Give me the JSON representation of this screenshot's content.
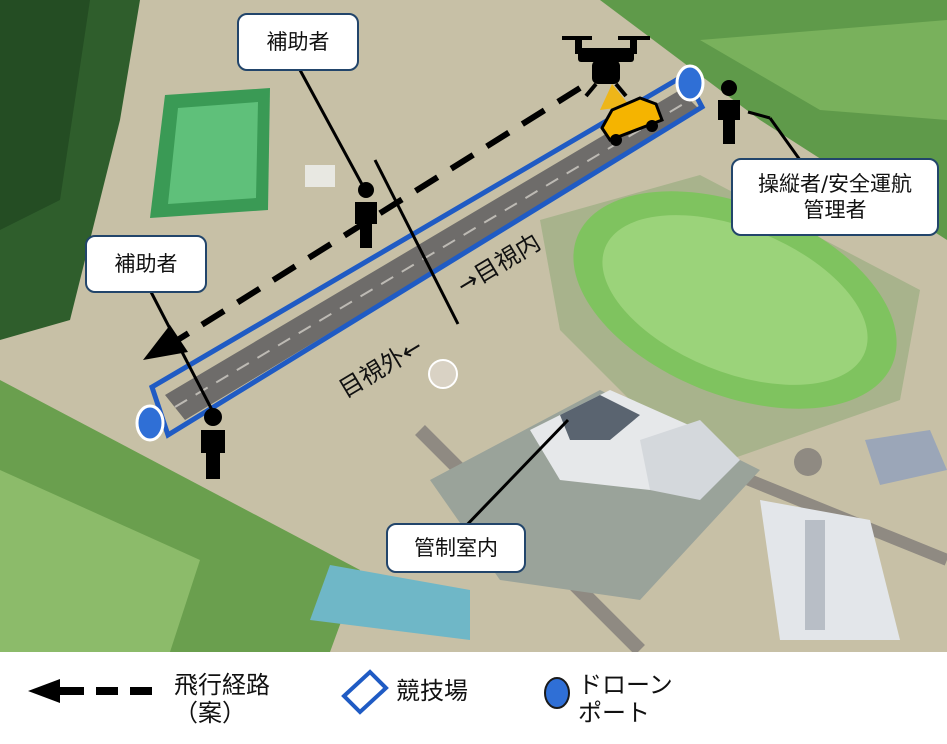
{
  "callouts": {
    "assistant_top": "補助者",
    "assistant_left": "補助者",
    "operator": "操縦者/安全運航\n管理者",
    "control_room": "管制室内"
  },
  "zones": {
    "visual_inside": "→目視内",
    "visual_outside": "目視外←"
  },
  "legend": {
    "flight_path": "飛行経路\n（案）",
    "venue": "競技場",
    "drone_port": "ドローン\nポート"
  },
  "colors": {
    "venue_outline": "#1f5bc4",
    "drone_port": "#2f6fd6",
    "callout_border": "#22456b",
    "vehicle": "#f5b400"
  }
}
